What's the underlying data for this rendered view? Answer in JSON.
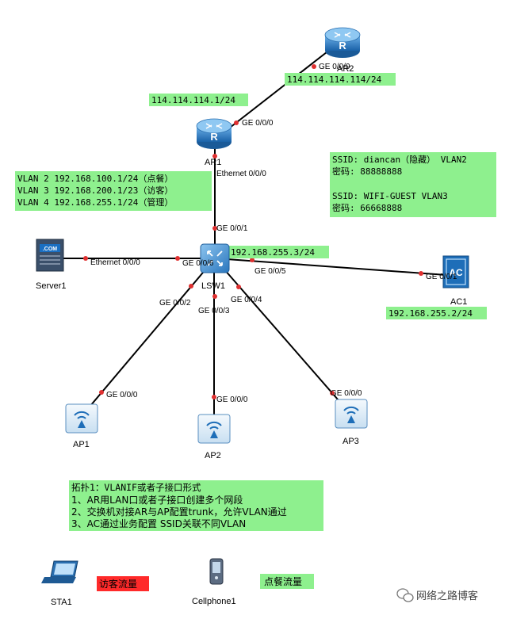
{
  "devices": {
    "ar2": "AR2",
    "ar1": "AR1",
    "lsw1": "LSW1",
    "server1": "Server1",
    "ac1": "AC1",
    "ap1": "AP1",
    "ap2": "AP2",
    "ap3": "AP3",
    "sta1": "STA1",
    "cellphone1": "Cellphone1",
    "server_badge": ".COM",
    "ac_badge": "AC"
  },
  "ports": {
    "ar2_ge": "GE 0/0/0",
    "ar1_ge": "GE 0/0/0",
    "ar1_eth": "Ethernet 0/0/0",
    "lsw_ge1": "GE 0/0/1",
    "lsw_ge6": "GE 0/0/6",
    "server_eth": "Ethernet 0/0/0",
    "lsw_ge5": "GE 0/0/5",
    "ac_ge1": "GE 0/0/1",
    "lsw_ge2": "GE 0/0/2",
    "lsw_ge3": "GE 0/0/3",
    "lsw_ge4": "GE 0/0/4",
    "ap1_ge": "GE 0/0/0",
    "ap2_ge": "GE 0/0/0",
    "ap3_ge": "GE 0/0/0"
  },
  "labels": {
    "ar2_ip": "114.114.114.114/24",
    "ar1_ip": "114.114.114.1/24",
    "vlan2": "VLAN 2 192.168.100.1/24（点餐）",
    "vlan3": "VLAN 3 192.168.200.1/23（访客）",
    "vlan4": "VLAN 4 192.168.255.1/24（管理）",
    "ssid1": "SSID: diancan（隐藏） VLAN2",
    "pwd1": "密码: 88888888",
    "ssid2": "SSID: WIFI-GUEST  VLAN3",
    "pwd2": "密码: 66668888",
    "lsw_ip": "192.168.255.3/24",
    "ac_ip": "192.168.255.2/24",
    "guest_traffic": "访客流量",
    "order_traffic": "点餐流量"
  },
  "notes": {
    "title": "拓扑1：VLANIF或者子接口形式",
    "line1": "1、AR用LAN口或者子接口创建多个网段",
    "line2": "2、交换机对接AR与AP配置trunk，允许VLAN通过",
    "line3": "3、AC通过业务配置 SSID关联不同VLAN"
  },
  "watermark": "网络之路博客",
  "colors": {
    "highlight_green": "#8ef08e",
    "highlight_red": "#ff2a2a",
    "port_dot": "#e03030",
    "device_blue": "#1e6eb8"
  }
}
